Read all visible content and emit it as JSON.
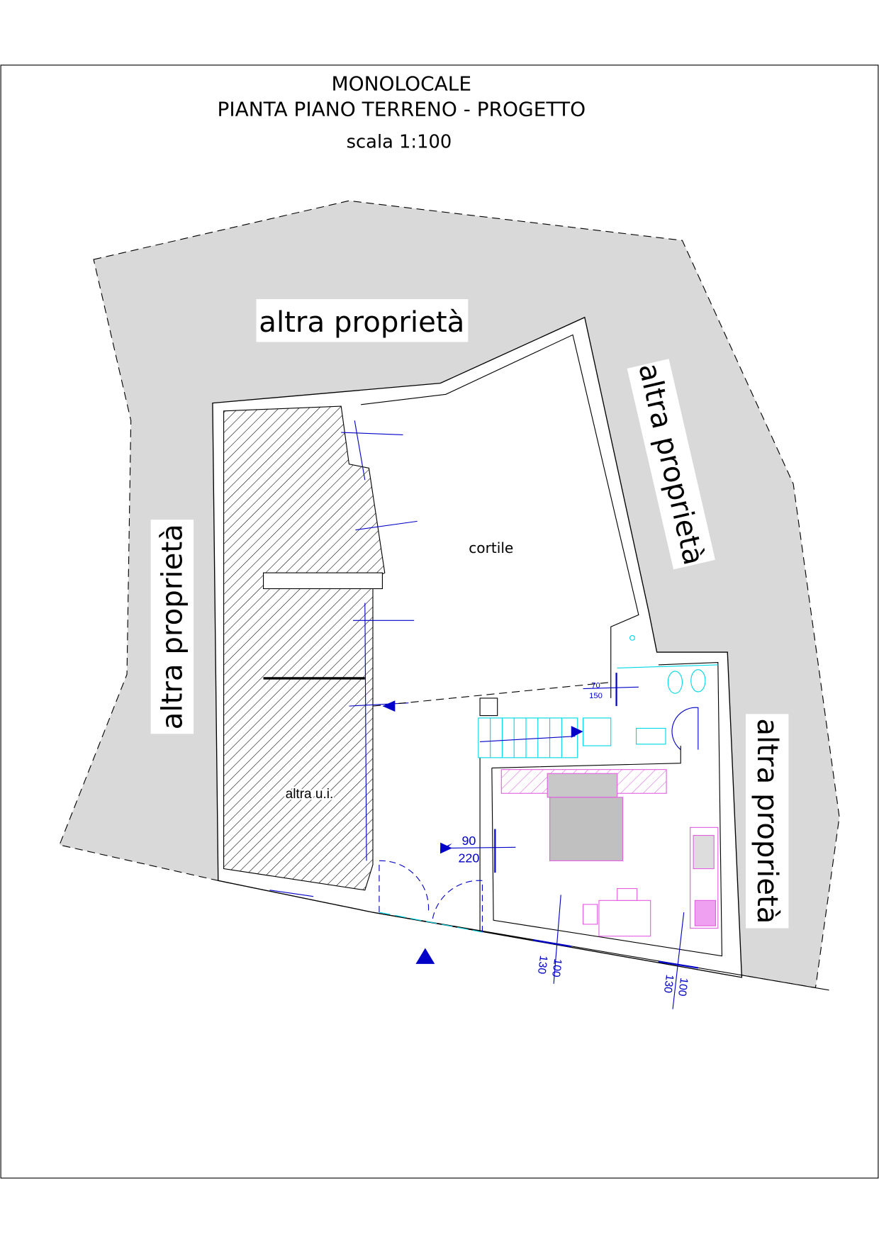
{
  "title": {
    "line1": "MONOLOCALE",
    "line2": "PIANTA PIANO TERRENO - PROGETTO",
    "scale": "scala 1:100"
  },
  "labels": {
    "neighbor_top": "altra proprietà",
    "neighbor_left": "altra proprietà",
    "neighbor_right_top": "altra proprietà",
    "neighbor_right_bottom": "altra proprietà",
    "courtyard": "cortile",
    "other_unit": "altra u.i."
  },
  "dimensions": {
    "bath_window_w": "70",
    "bath_window_h": "150",
    "entry_door_w": "90",
    "entry_door_h": "220",
    "window1_w": "100",
    "window1_h": "130",
    "window2_w": "100",
    "window2_h": "130"
  },
  "colors": {
    "neighbor_fill": "#d9d9d9",
    "dimension_blue": "#0000c8",
    "fixture_cyan": "#00d8e8",
    "furniture_magenta": "#e060e0",
    "bed_gray": "#c0c0c0"
  }
}
